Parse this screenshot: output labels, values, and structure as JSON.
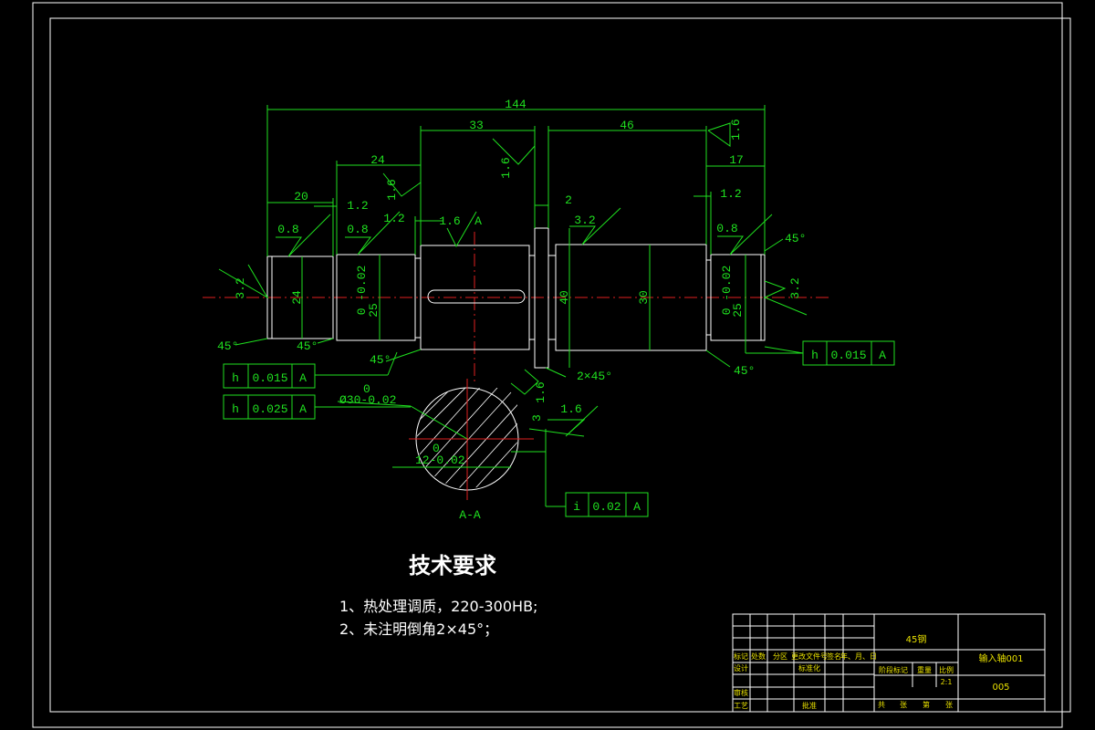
{
  "dimensions": {
    "overall_length": "144",
    "seg_33": "33",
    "seg_46": "46",
    "seg_24": "24",
    "seg_17": "17",
    "seg_20": "20",
    "seg_2": "2",
    "seg_1_2_a": "1.2",
    "seg_1_2_b": "1.2",
    "seg_1_2_c": "1.2",
    "dia_24": "24",
    "dia_25_left_base": "25",
    "dia_25_left_tol": "0\n-0.02",
    "dia_40": "40",
    "dia_30": "30",
    "dia_25_right_base": "25",
    "dia_25_right_tol": "0\n-0.02",
    "section_dia": "Ø30-0.02",
    "section_dia_upper": "0",
    "key_depth": "12-0.02",
    "key_depth_upper": "0",
    "key_width": "3",
    "chamfer_2x45": "2×45°",
    "angle_45_a": "45°",
    "angle_45_b": "45°",
    "angle_45_c": "45°",
    "angle_45_d": "45°",
    "angle_45_e": "45°"
  },
  "roughness": {
    "r_0_8_a": "0.8",
    "r_0_8_b": "0.8",
    "r_0_8_c": "0.8",
    "r_1_6_a": "1.6",
    "r_1_6_b": "1.6",
    "r_1_6_c": "1.6",
    "r_1_6_d": "1.6",
    "r_1_6_e": "1.6",
    "r_1_6_f": "1.6",
    "r_3_2_a": "3.2",
    "r_3_2_b": "3.2",
    "r_3_2_c": "3.2"
  },
  "tolerance_frames": [
    {
      "symbol": "h",
      "value": "0.015",
      "datum": "A"
    },
    {
      "symbol": "h",
      "value": "0.025",
      "datum": "A"
    },
    {
      "symbol": "h",
      "value": "0.015",
      "datum": "A"
    },
    {
      "symbol": "i",
      "value": "0.02",
      "datum": "A"
    }
  ],
  "section_labels": {
    "top": "A",
    "bottom": "A-A"
  },
  "notes": {
    "title": "技术要求",
    "line1": "1、热处理调质，220-300HB;",
    "line2": "2、未注明倒角2×45°；"
  },
  "title_block": {
    "material": "45钢",
    "part_name": "输入轴001",
    "drawing_no": "005",
    "scale_label": "比例",
    "scale_value": "2:1",
    "weight_label": "重量",
    "stage_label": "阶段标记",
    "sheet_total": "共",
    "sheet_label": "张",
    "sheet_no": "第",
    "sheet_label2": "张",
    "headers": [
      "标记",
      "处数",
      "分区",
      "更改文件号",
      "签名",
      "年、月、日"
    ],
    "roles": [
      "设计",
      "标准化",
      "审核",
      "工艺",
      "批准"
    ]
  },
  "colors": {
    "background": "#000000",
    "dimension": "#1fe01f",
    "outline": "#ffffff",
    "centerline": "#e02020",
    "title_text": "#e8e000"
  }
}
